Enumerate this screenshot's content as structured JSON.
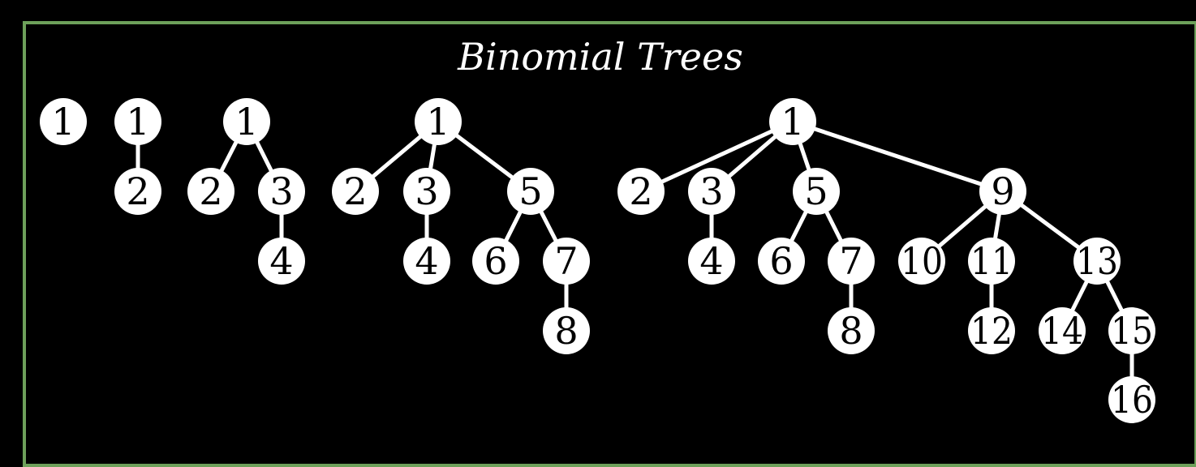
{
  "title": "Binomial Trees",
  "colors": {
    "background": "#000000",
    "border": "#6da05a",
    "node_fill": "#ffffff",
    "node_text": "#000000",
    "edge": "#ffffff"
  },
  "trees": [
    {
      "order": 0,
      "nodes": [
        "1"
      ],
      "edges": []
    },
    {
      "order": 1,
      "nodes": [
        "1",
        "2"
      ],
      "edges": [
        [
          "1",
          "2"
        ]
      ]
    },
    {
      "order": 2,
      "nodes": [
        "1",
        "2",
        "3",
        "4"
      ],
      "edges": [
        [
          "1",
          "2"
        ],
        [
          "1",
          "3"
        ],
        [
          "3",
          "4"
        ]
      ]
    },
    {
      "order": 3,
      "nodes": [
        "1",
        "2",
        "3",
        "4",
        "5",
        "6",
        "7",
        "8"
      ],
      "edges": [
        [
          "1",
          "2"
        ],
        [
          "1",
          "3"
        ],
        [
          "1",
          "5"
        ],
        [
          "3",
          "4"
        ],
        [
          "5",
          "6"
        ],
        [
          "5",
          "7"
        ],
        [
          "7",
          "8"
        ]
      ]
    },
    {
      "order": 4,
      "nodes": [
        "1",
        "2",
        "3",
        "4",
        "5",
        "6",
        "7",
        "8",
        "9",
        "10",
        "11",
        "12",
        "13",
        "14",
        "15",
        "16"
      ],
      "edges": [
        [
          "1",
          "2"
        ],
        [
          "1",
          "3"
        ],
        [
          "1",
          "5"
        ],
        [
          "1",
          "9"
        ],
        [
          "3",
          "4"
        ],
        [
          "5",
          "6"
        ],
        [
          "5",
          "7"
        ],
        [
          "7",
          "8"
        ],
        [
          "9",
          "10"
        ],
        [
          "9",
          "11"
        ],
        [
          "9",
          "13"
        ],
        [
          "11",
          "12"
        ],
        [
          "13",
          "14"
        ],
        [
          "13",
          "15"
        ],
        [
          "15",
          "16"
        ]
      ]
    }
  ]
}
